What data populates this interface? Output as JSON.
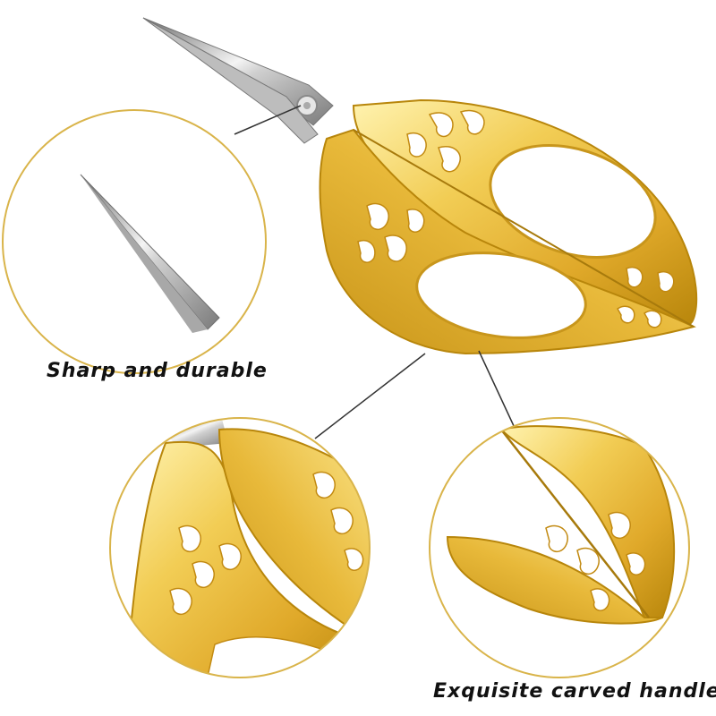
{
  "captions": {
    "blade_feature": "Sharp and durable",
    "handle_feature": "Exquisite carved handle"
  },
  "colors": {
    "gold_light": "#fbe58a",
    "gold_mid": "#e8b93a",
    "gold_dark": "#b8860b",
    "steel_light": "#f2f2f2",
    "steel_dark": "#8a8a8a",
    "circle_stroke": "#d9b44a",
    "leader_line": "#333333"
  },
  "icons": [
    "magnifier-circle-blade",
    "magnifier-circle-pivot",
    "magnifier-circle-handle"
  ]
}
